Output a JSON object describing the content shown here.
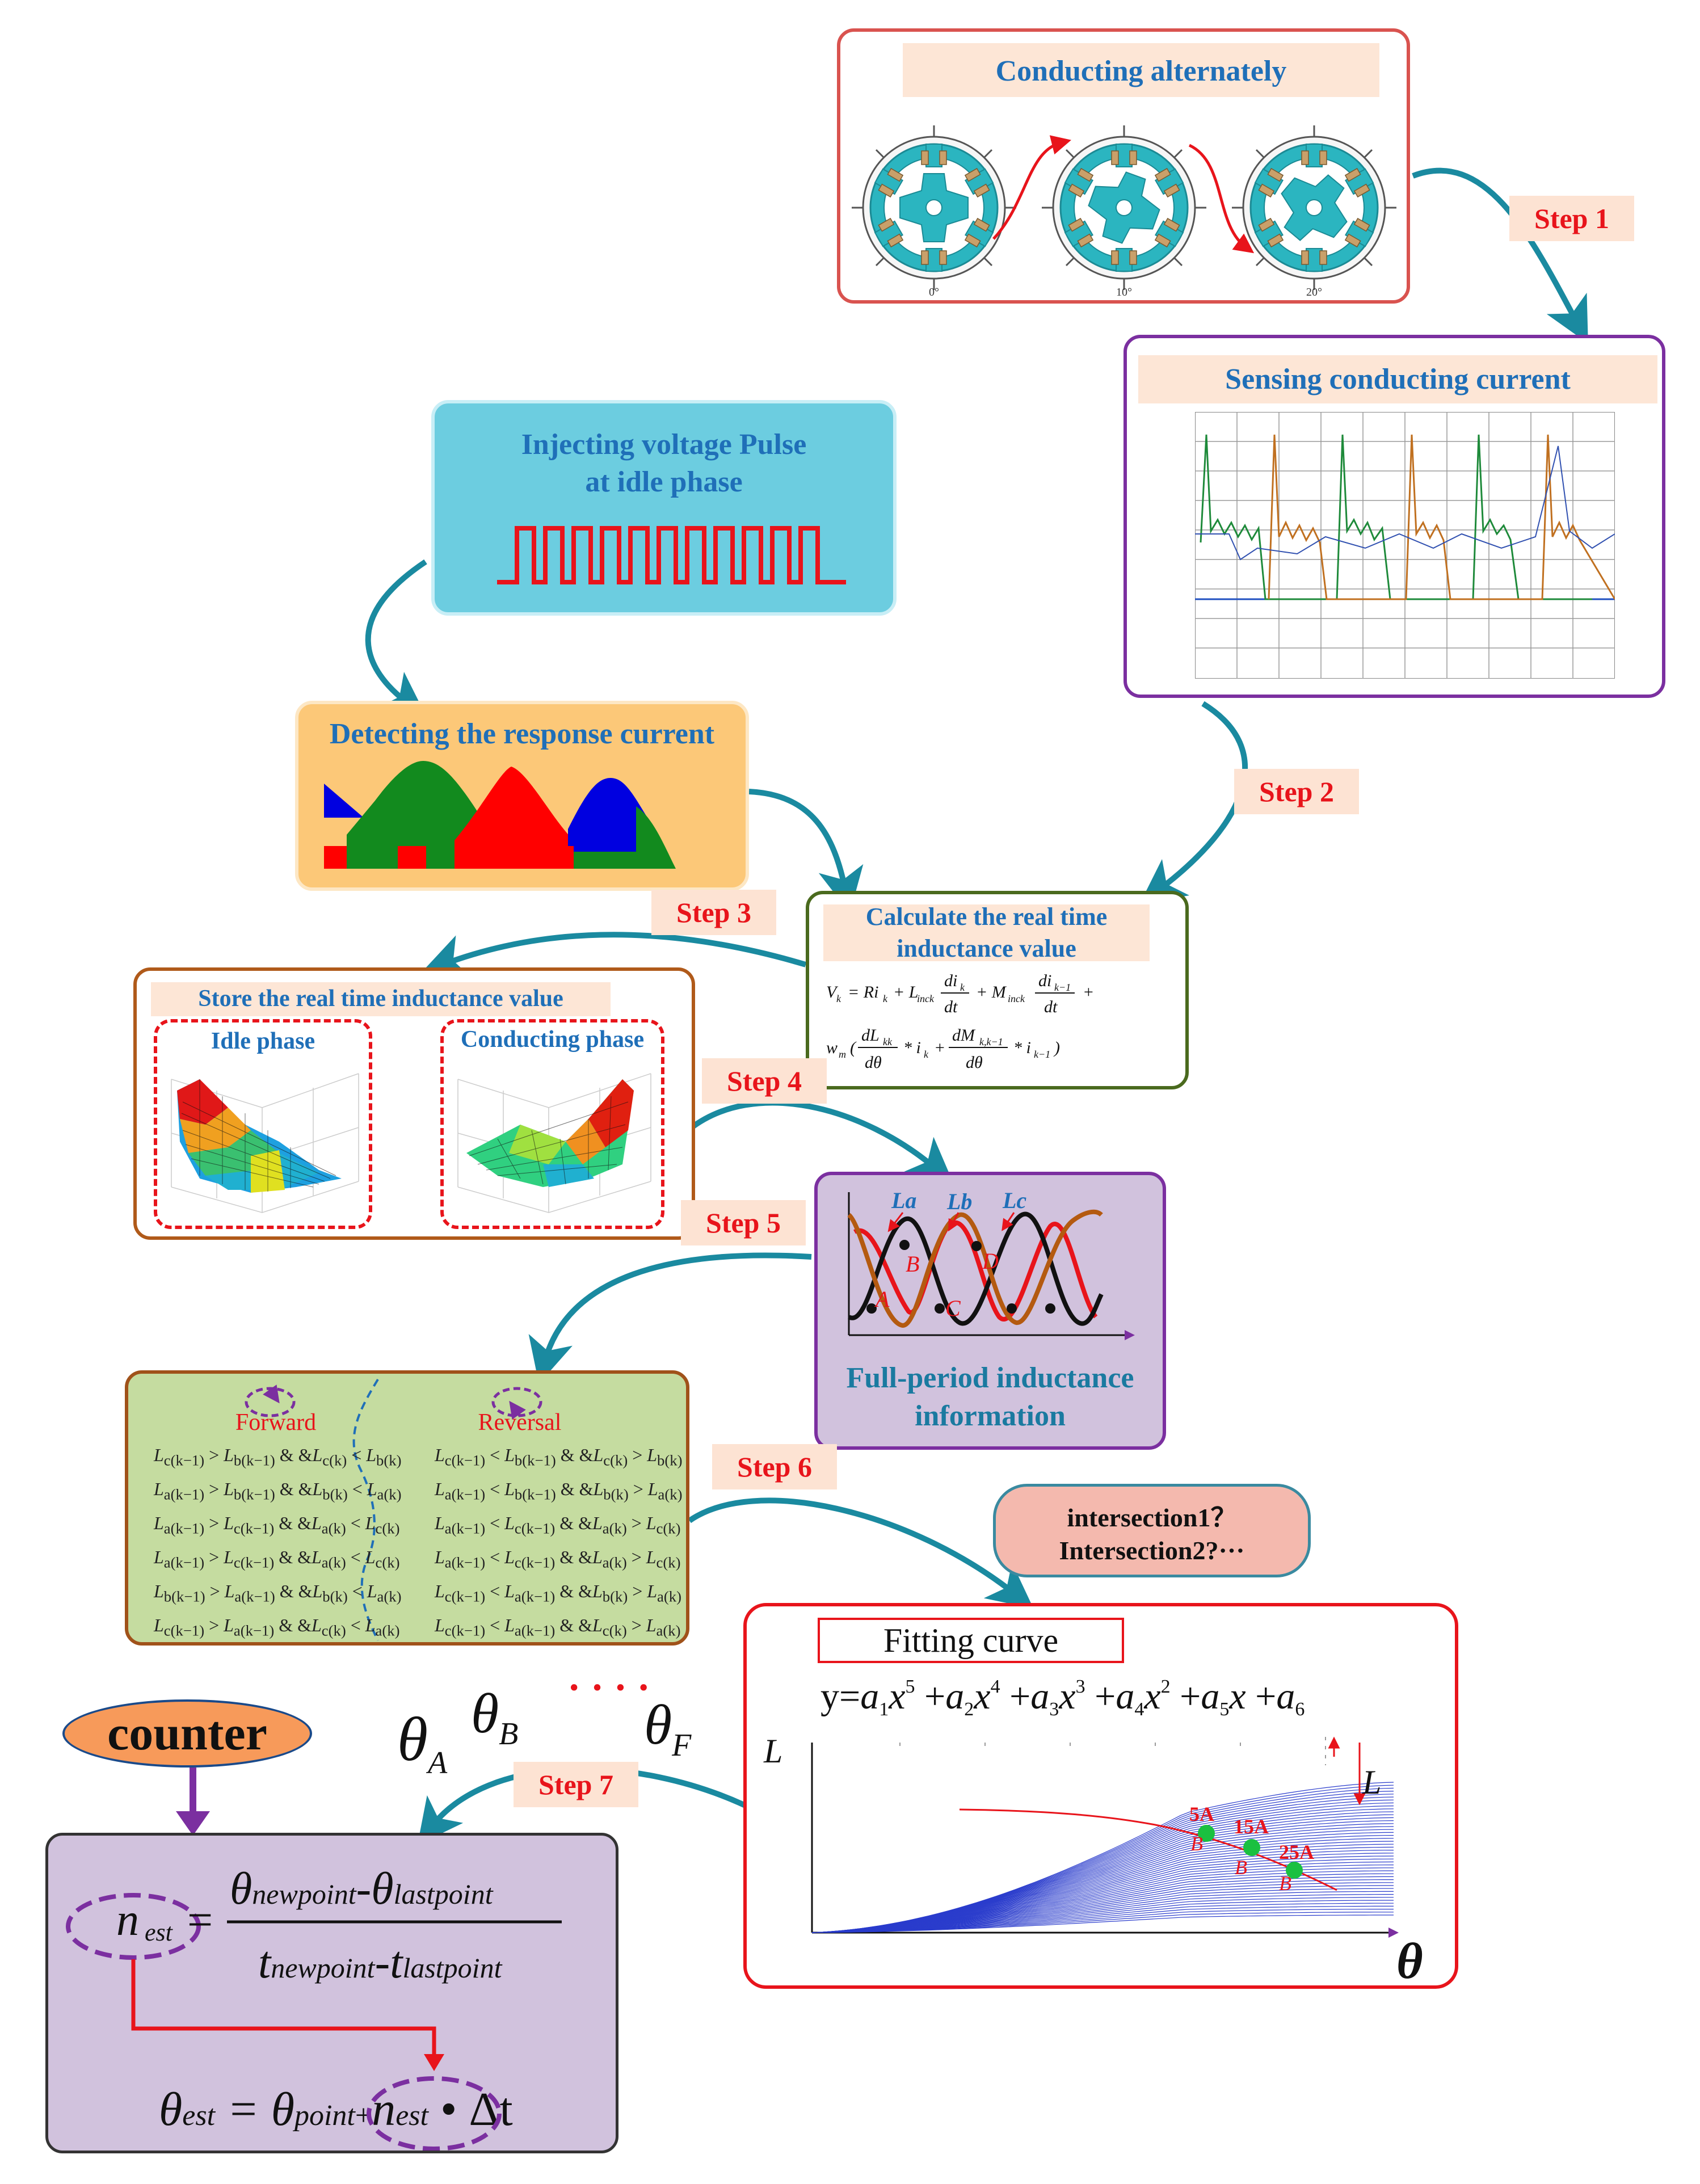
{
  "steps": [
    "Step 1",
    "Step 2",
    "Step 3",
    "Step 4",
    "Step 5",
    "Step 6",
    "Step 7"
  ],
  "box1": {
    "title": "Conducting  alternately",
    "angles": [
      "0°",
      "10°",
      "20°"
    ]
  },
  "box2": {
    "title": "Sensing conducting current"
  },
  "inject": {
    "title_line1": "Injecting voltage Pulse",
    "title_line2": "at idle phase"
  },
  "detect": {
    "title": "Detecting the response current"
  },
  "calc": {
    "title_line1": "Calculate  the real time",
    "title_line2": "inductance value"
  },
  "store": {
    "title": "Store the real time inductance value",
    "idle": "Idle phase",
    "conducting": "Conducting phase"
  },
  "fullperiod": {
    "line1": "Full-period inductance",
    "line2": "information",
    "labels": [
      "La",
      "Lb",
      "Lc"
    ],
    "points": [
      "A",
      "B",
      "C",
      "D"
    ]
  },
  "direction": {
    "forward": "Forward",
    "reversal": "Reversal"
  },
  "question": {
    "line1": "intersection1？",
    "line2": "Intersection2?···"
  },
  "fitting": {
    "title": "Fitting curve",
    "ylabel": "L",
    "xlabel": "θ",
    "currents": [
      "5A",
      "15A",
      "25A"
    ],
    "point_label": "B",
    "curve_label": "L"
  },
  "counter": {
    "label": "counter"
  },
  "theta": {
    "a": "θ",
    "a_sub": "A",
    "b": "θ",
    "b_sub": "B",
    "dots": "· · · ·",
    "f": "θ",
    "f_sub": "F"
  },
  "estimate": {
    "n": "n",
    "n_sub": "est"
  },
  "colors": {
    "teal_arrow": "#1a8aa0",
    "red": "#e8141b",
    "blue_text": "#1f6fb8",
    "purple": "#7b2fa0",
    "step_bg": "#fde3d3",
    "green_box": "#c5dca0",
    "lavender": "#d1c2dd",
    "cyan": "#6ccde0",
    "orange_box": "#fcc878",
    "pink": "#f4b9ae"
  }
}
